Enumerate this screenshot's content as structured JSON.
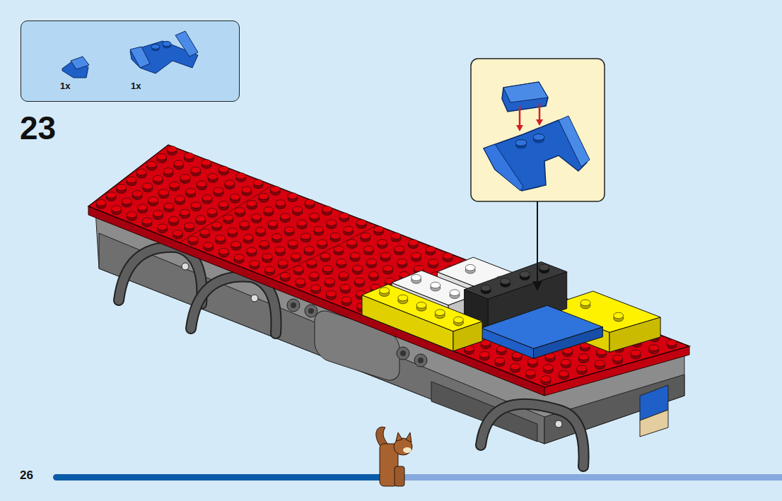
{
  "diagram": {
    "nodes": [
      {
        "text": [
          "1x",
          "1x"
        ]
      }
    ],
    "labels": [
      "23",
      "26"
    ]
  }
}
